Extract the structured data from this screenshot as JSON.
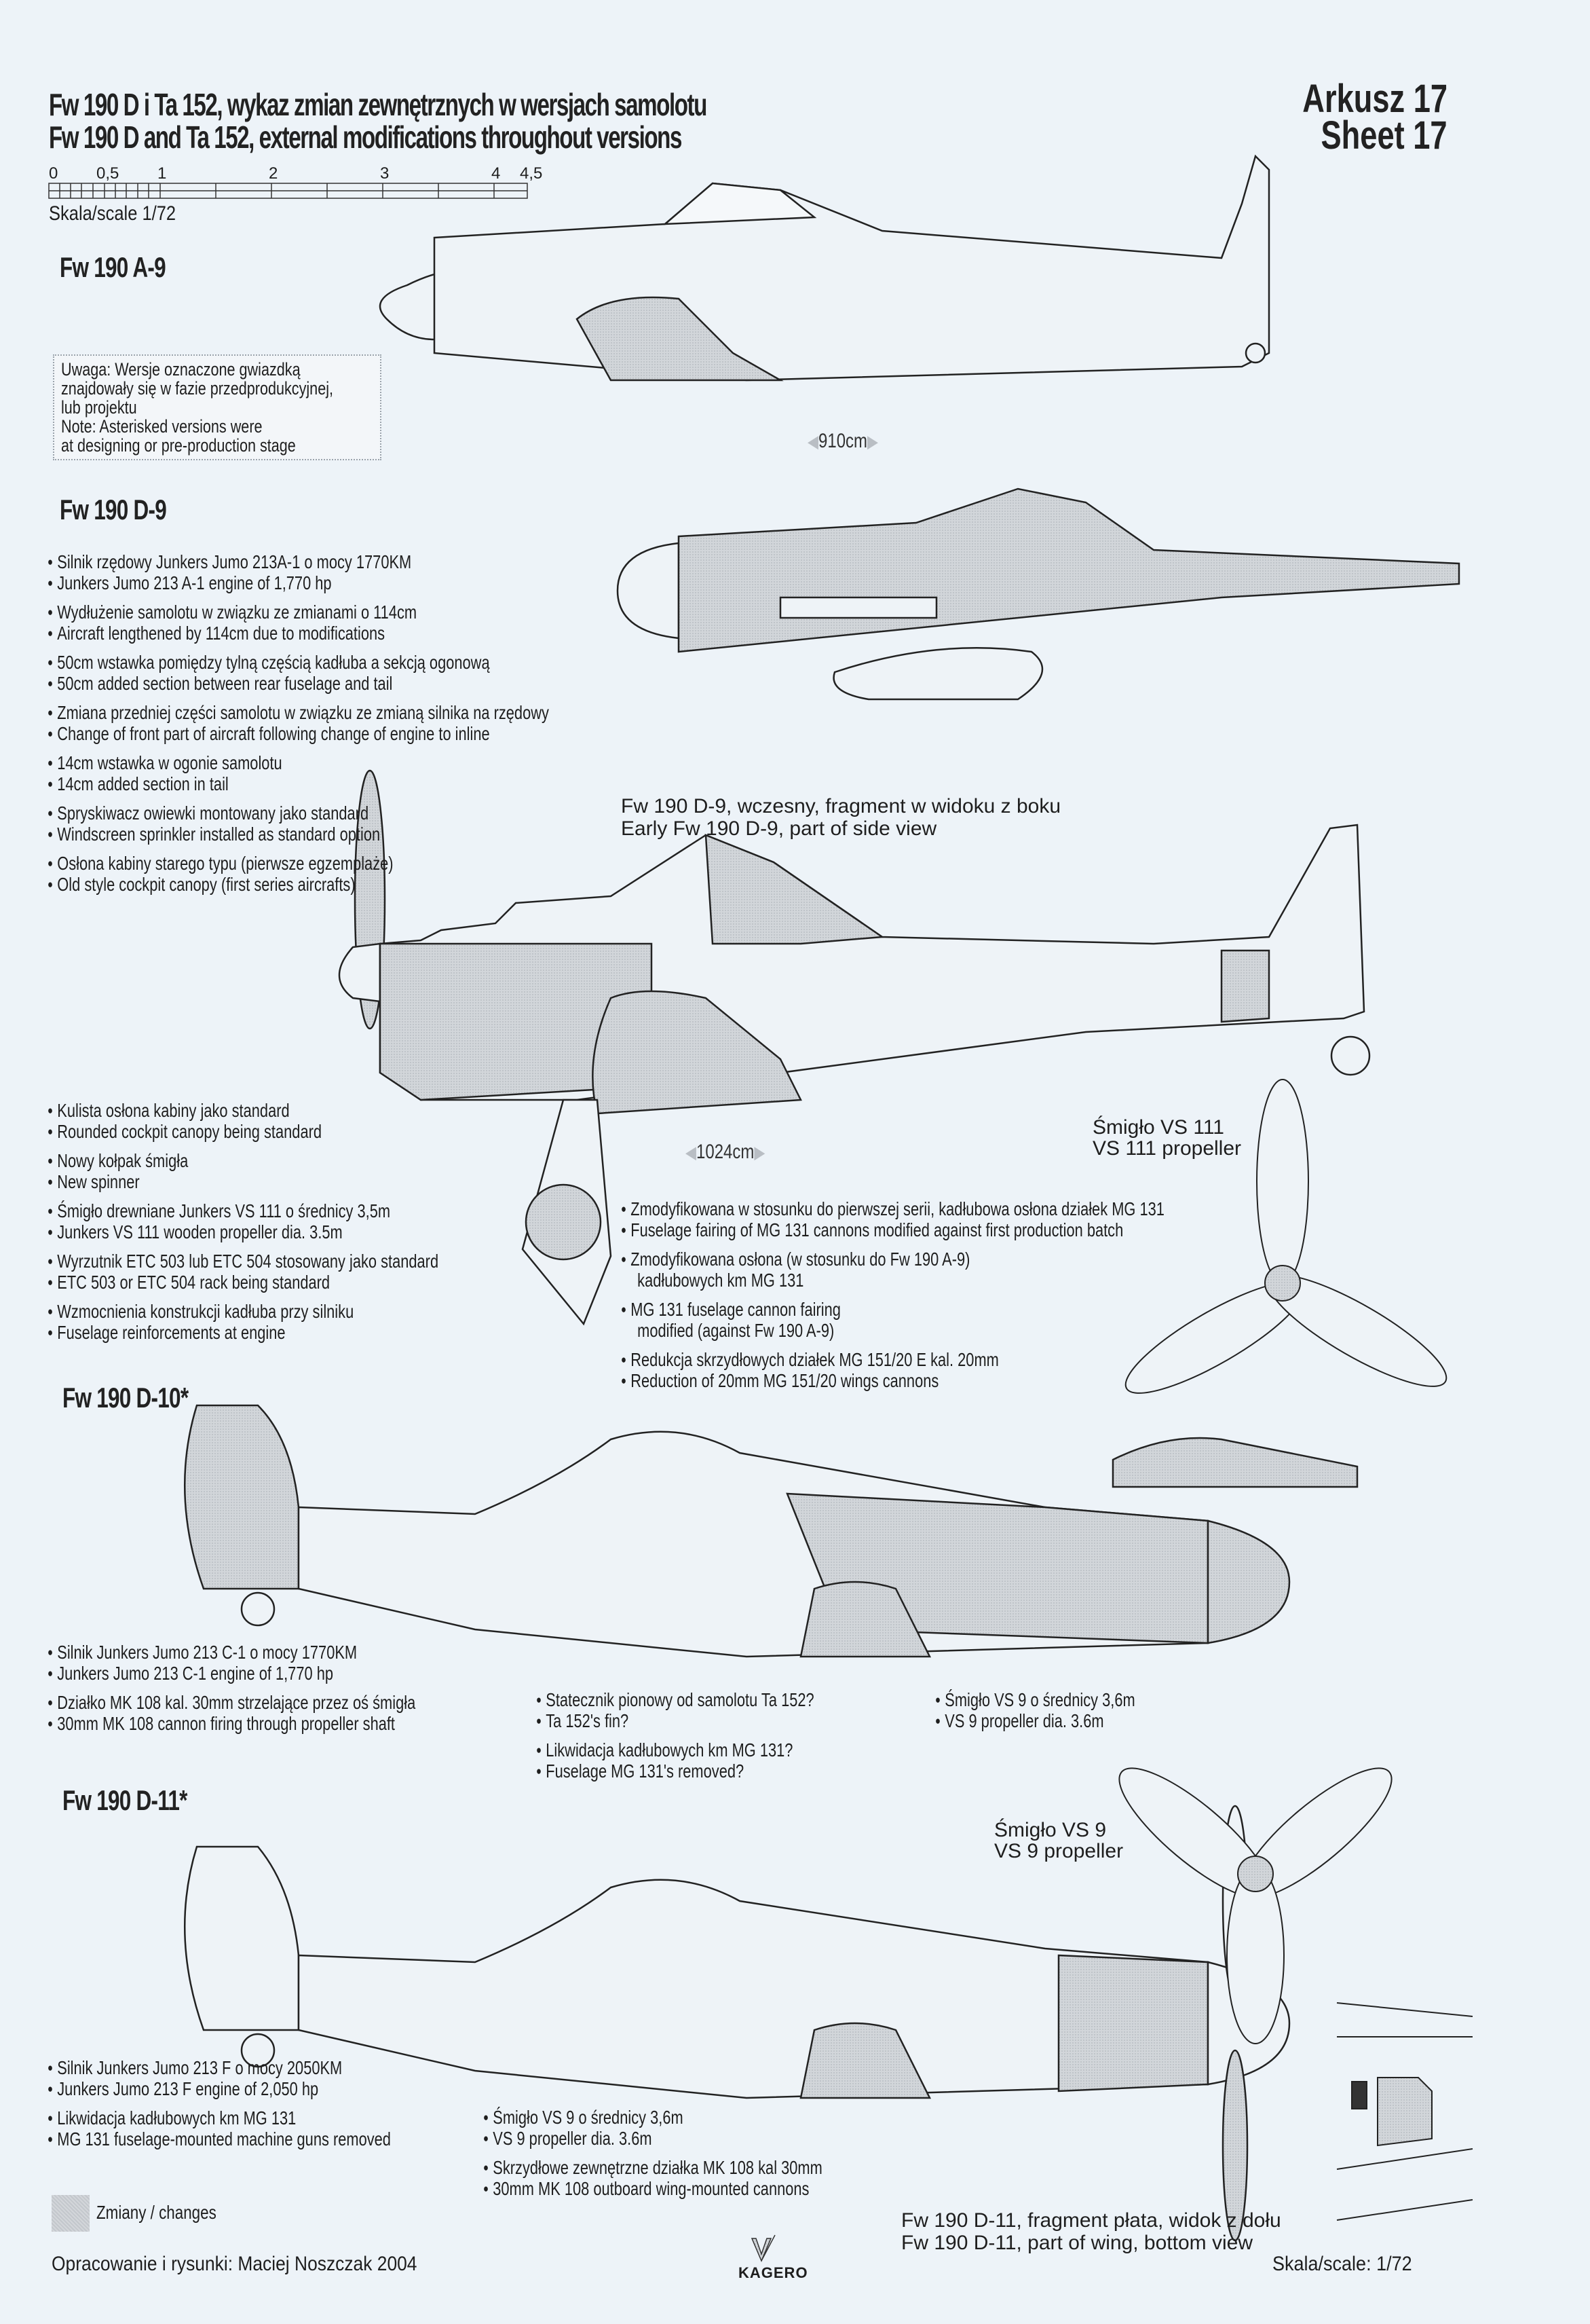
{
  "header": {
    "title_pl": "Fw 190 D i Ta 152, wykaz zmian zewnętrznych w wersjach samolotu",
    "title_en": "Fw 190 D and Ta 152, external modifications throughout versions",
    "sheet_pl": "Arkusz 17",
    "sheet_en": "Sheet 17"
  },
  "scale_bar": {
    "ticks": [
      "0",
      "0,5",
      "1",
      "2",
      "3",
      "4",
      "4,5"
    ],
    "label": "Skala/scale 1/72"
  },
  "note": {
    "lines": [
      "Uwaga: Wersje oznaczone gwiazdką",
      "znajdowały się w fazie przedprodukcyjnej,",
      "lub projektu",
      "Note: Asterisked versions were",
      "at designing or pre-production stage"
    ]
  },
  "variants": {
    "a9": {
      "name": "Fw 190 A-9",
      "length": "910cm"
    },
    "d9": {
      "name": "Fw 190 D-9",
      "length": "1024cm",
      "notes": [
        "Silnik rzędowy Junkers Jumo 213A-1 o mocy 1770KM",
        "Junkers Jumo 213 A-1 engine of 1,770 hp",
        "Wydłużenie samolotu w związku ze zmianami o 114cm",
        "Aircraft lengthened by 114cm due to modifications",
        "50cm wstawka pomiędzy tylną częścią kadłuba a sekcją ogonową",
        "50cm added section between rear fuselage and tail",
        "Zmiana przedniej części samolotu w związku ze zmianą silnika na rzędowy",
        "Change of front part of aircraft following change of engine to inline",
        "14cm wstawka w ogonie samolotu",
        "14cm added section in tail",
        "Spryskiwacz owiewki montowany jako standard",
        "Windscreen sprinkler installed as standard option",
        "Osłona kabiny starego typu (pierwsze egzemplaże)",
        "Old style cockpit canopy (first series aircrafts)"
      ],
      "early_caption_pl": "Fw 190 D-9, wczesny, fragment w widoku z boku",
      "early_caption_en": "Early Fw 190 D-9, part of side view",
      "notes_lower": [
        "Kulista osłona kabiny jako standard",
        "Rounded cockpit canopy being standard",
        "Nowy kołpak śmigła",
        "New spinner",
        "Śmigło drewniane Junkers VS 111 o średnicy 3,5m",
        "Junkers VS 111 wooden propeller dia. 3.5m",
        "Wyrzutnik ETC 503 lub ETC 504 stosowany jako standard",
        "ETC 503 or ETC 504 rack being standard",
        "Wzmocnienia konstrukcji kadłuba przy silniku",
        "Fuselage reinforcements at engine"
      ],
      "notes_right": [
        "Zmodyfikowana w stosunku do pierwszej serii, kadłubowa osłona działek MG 131",
        "Fuselage fairing of MG 131 cannons modified against first production batch",
        "Zmodyfikowana osłona (w stosunku do Fw 190 A-9)",
        "kadłubowych km MG 131",
        "MG 131 fuselage cannon fairing",
        "modified (against Fw 190 A-9)",
        "Redukcja skrzydłowych działek MG 151/20 E kal. 20mm",
        "Reduction of 20mm MG 151/20 wings cannons"
      ],
      "prop_caption_pl": "Śmigło VS 111",
      "prop_caption_en": "VS 111 propeller"
    },
    "d10": {
      "name": "Fw 190 D-10*",
      "notes_left": [
        "Silnik Junkers Jumo 213 C-1 o mocy 1770KM",
        "Junkers Jumo 213 C-1 engine of 1,770 hp",
        "Działko MK 108 kal. 30mm strzelające przez oś śmigła",
        "30mm MK 108 cannon firing through propeller shaft"
      ],
      "notes_mid": [
        "Statecznik pionowy od samolotu Ta 152?",
        "Ta 152's fin?",
        "Likwidacja kadłubowych km MG 131?",
        "Fuselage MG 131's removed?"
      ],
      "notes_right": [
        "Śmigło VS 9 o średnicy 3,6m",
        "VS 9 propeller dia. 3.6m"
      ]
    },
    "d11": {
      "name": "Fw 190 D-11*",
      "prop_caption_pl": "Śmigło VS 9",
      "prop_caption_en": "VS 9 propeller",
      "notes_left": [
        "Silnik Junkers Jumo 213 F o mocy 2050KM",
        "Junkers Jumo 213 F engine of 2,050 hp",
        "Likwidacja kadłubowych km MG 131",
        "MG 131 fuselage-mounted machine guns removed"
      ],
      "notes_right": [
        "Śmigło VS 9 o średnicy 3,6m",
        "VS 9 propeller dia. 3.6m",
        "Skrzydłowe zewnętrzne działka MK 108 kal 30mm",
        "30mm MK 108 outboard wing-mounted cannons"
      ],
      "wing_caption_pl": "Fw 190 D-11, fragment płata, widok z dołu",
      "wing_caption_en": "Fw 190 D-11, part of wing, bottom view"
    }
  },
  "legend": {
    "changes": "Zmiany / changes",
    "changes_color": "#c8ccd0"
  },
  "footer": {
    "credits": "Opracowanie i rysunki: Maciej Noszczak 2004",
    "publisher": "KAGERO",
    "scale": "Skala/scale: 1/72"
  },
  "colors": {
    "paper": "#edf3f8",
    "ink": "#1e1e1e",
    "shade": "#c8ccd0"
  }
}
